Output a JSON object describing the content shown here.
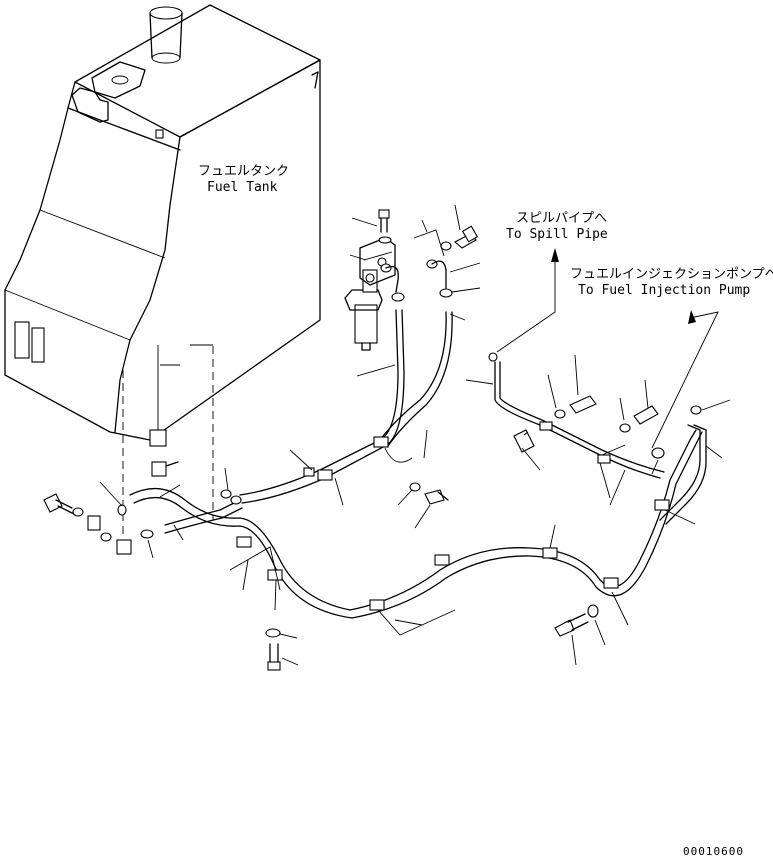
{
  "labels": {
    "fuel_tank_jp": "フュエルタンク",
    "fuel_tank_en": "Fuel Tank",
    "spill_pipe_jp": "スピルパイプへ",
    "spill_pipe_en": "To Spill Pipe",
    "injection_pump_jp": "フュエルインジェクションポンプへ",
    "injection_pump_en": "To Fuel Injection Pump",
    "drawing_code": "00010600"
  }
}
